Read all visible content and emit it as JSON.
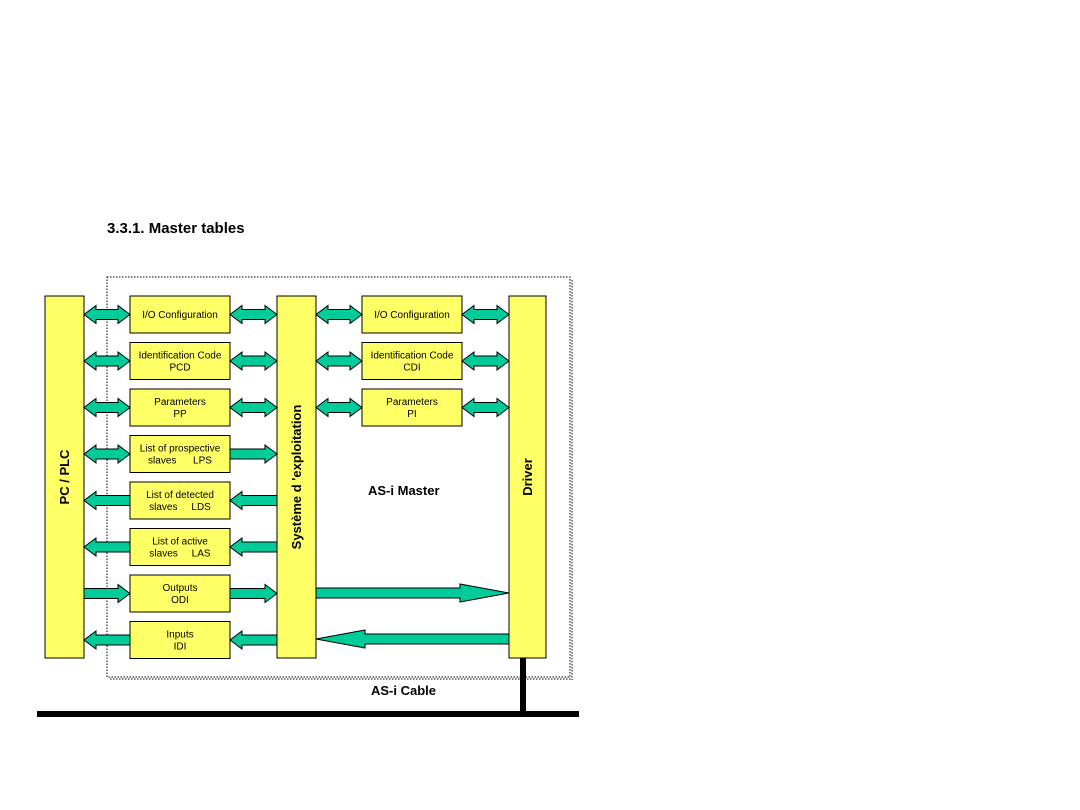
{
  "heading": "3.3.1. Master tables",
  "bars": {
    "pc_plc": "PC / PLC",
    "systeme": "Système d 'exploitation",
    "driver": "Driver"
  },
  "left_tables": [
    {
      "lines": [
        "I/O Configuration"
      ],
      "left_arrow": "both",
      "right_arrow": "both"
    },
    {
      "lines": [
        "Identification Code",
        "PCD"
      ],
      "left_arrow": "both",
      "right_arrow": "both"
    },
    {
      "lines": [
        "Parameters",
        "PP"
      ],
      "left_arrow": "both",
      "right_arrow": "both"
    },
    {
      "lines": [
        "List of prospective",
        "slaves      LPS"
      ],
      "left_arrow": "both",
      "right_arrow": "right"
    },
    {
      "lines": [
        "List of detected",
        "slaves     LDS"
      ],
      "left_arrow": "left",
      "right_arrow": "left"
    },
    {
      "lines": [
        "List of active",
        "slaves     LAS"
      ],
      "left_arrow": "left",
      "right_arrow": "left"
    },
    {
      "lines": [
        "Outputs",
        "ODI"
      ],
      "left_arrow": "right",
      "right_arrow": "right"
    },
    {
      "lines": [
        "Inputs",
        "IDI"
      ],
      "left_arrow": "left",
      "right_arrow": "left"
    }
  ],
  "right_tables": [
    {
      "lines": [
        "I/O Configuration"
      ]
    },
    {
      "lines": [
        "Identification Code",
        "CDI"
      ]
    },
    {
      "lines": [
        "Parameters",
        "PI"
      ]
    }
  ],
  "labels": {
    "master": "AS-i Master",
    "cable": "AS-i Cable"
  },
  "colors": {
    "box_fill": "#ffff66",
    "arrow_fill": "#00cc99",
    "outline": "#000000"
  }
}
